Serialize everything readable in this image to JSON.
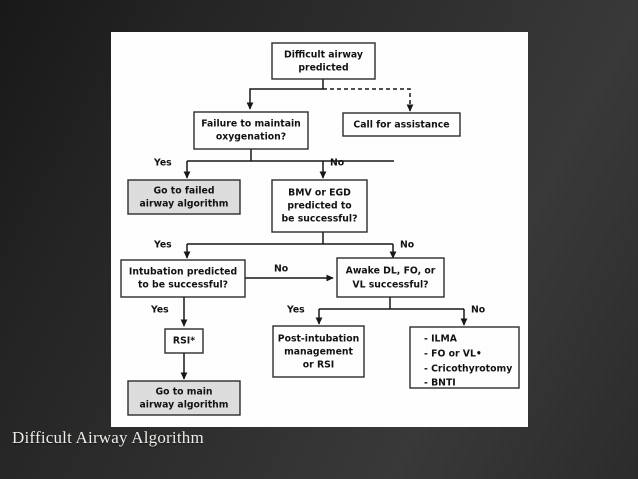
{
  "slide": {
    "caption": "Difficult Airway Algorithm",
    "background_color": "#2a2a2a",
    "panel_color": "#ffffff"
  },
  "chart_data": {
    "type": "diagram",
    "title": "Difficult Airway Algorithm",
    "shaded_fill": "#dedede",
    "nodes": [
      {
        "id": "difficult-airway-predicted",
        "lines": [
          "Difficult airway",
          "predicted"
        ],
        "shaded": false
      },
      {
        "id": "call-for-assistance",
        "lines": [
          "Call for assistance"
        ],
        "shaded": false
      },
      {
        "id": "failure-to-maintain-oxygenation",
        "lines": [
          "Failure to maintain",
          "oxygenation?"
        ],
        "shaded": false
      },
      {
        "id": "go-to-failed-airway-algorithm",
        "lines": [
          "Go to failed",
          "airway algorithm"
        ],
        "shaded": true
      },
      {
        "id": "bmv-or-egd-predicted",
        "lines": [
          "BMV or EGD",
          "predicted to",
          "be successful?"
        ],
        "shaded": false
      },
      {
        "id": "intubation-predicted",
        "lines": [
          "Intubation predicted",
          "to be successful?"
        ],
        "shaded": false
      },
      {
        "id": "awake-dl-fo-vl",
        "lines": [
          "Awake DL, FO, or",
          "VL successful?"
        ],
        "shaded": false
      },
      {
        "id": "rsi",
        "lines": [
          "RSI*"
        ],
        "shaded": false
      },
      {
        "id": "post-intubation-management",
        "lines": [
          "Post-intubation",
          "management",
          "or RSI"
        ],
        "shaded": false
      },
      {
        "id": "rescue-options",
        "lines": [
          "- ILMA",
          "- FO or VL•",
          "- Cricothyrotomy",
          "- BNTI"
        ],
        "shaded": false
      },
      {
        "id": "go-to-main-airway-algorithm",
        "lines": [
          "Go to main",
          "airway algorithm"
        ],
        "shaded": true
      }
    ],
    "edges": [
      {
        "from": "difficult-airway-predicted",
        "to": "failure-to-maintain-oxygenation",
        "label": "",
        "style": "solid"
      },
      {
        "from": "difficult-airway-predicted",
        "to": "call-for-assistance",
        "label": "",
        "style": "dashed"
      },
      {
        "from": "failure-to-maintain-oxygenation",
        "to": "go-to-failed-airway-algorithm",
        "label": "Yes",
        "style": "solid"
      },
      {
        "from": "failure-to-maintain-oxygenation",
        "to": "bmv-or-egd-predicted",
        "label": "No",
        "style": "solid"
      },
      {
        "from": "bmv-or-egd-predicted",
        "to": "intubation-predicted",
        "label": "Yes",
        "style": "solid"
      },
      {
        "from": "bmv-or-egd-predicted",
        "to": "awake-dl-fo-vl",
        "label": "No",
        "style": "solid"
      },
      {
        "from": "intubation-predicted",
        "to": "awake-dl-fo-vl",
        "label": "No",
        "style": "solid"
      },
      {
        "from": "intubation-predicted",
        "to": "rsi",
        "label": "Yes",
        "style": "solid"
      },
      {
        "from": "awake-dl-fo-vl",
        "to": "post-intubation-management",
        "label": "Yes",
        "style": "solid"
      },
      {
        "from": "awake-dl-fo-vl",
        "to": "rescue-options",
        "label": "No",
        "style": "solid"
      },
      {
        "from": "rsi",
        "to": "go-to-main-airway-algorithm",
        "label": "",
        "style": "solid"
      }
    ],
    "edge_labels": [
      "Yes",
      "No",
      "Yes",
      "No",
      "No",
      "Yes",
      "Yes",
      "No"
    ]
  },
  "labels": {
    "n0_l0": "Difficult airway",
    "n0_l1": "predicted",
    "n1_l0": "Call for assistance",
    "n2_l0": "Failure to maintain",
    "n2_l1": "oxygenation?",
    "n3_l0": "Go to failed",
    "n3_l1": "airway algorithm",
    "n4_l0": "BMV or EGD",
    "n4_l1": "predicted to",
    "n4_l2": "be successful?",
    "n5_l0": "Intubation predicted",
    "n5_l1": "to be successful?",
    "n6_l0": "Awake DL, FO, or",
    "n6_l1": "VL successful?",
    "n7_l0": "RSI*",
    "n8_l0": "Post-intubation",
    "n8_l1": "management",
    "n8_l2": "or RSI",
    "n9_l0": "- ILMA",
    "n9_l1": "- FO or VL•",
    "n9_l2": "- Cricothyrotomy",
    "n9_l3": "- BNTI",
    "n10_l0": "Go to main",
    "n10_l1": "airway algorithm",
    "e_yes1": "Yes",
    "e_no1": "No",
    "e_yes2": "Yes",
    "e_no2": "No",
    "e_no3": "No",
    "e_yes3": "Yes",
    "e_yes4": "Yes",
    "e_no4": "No"
  }
}
